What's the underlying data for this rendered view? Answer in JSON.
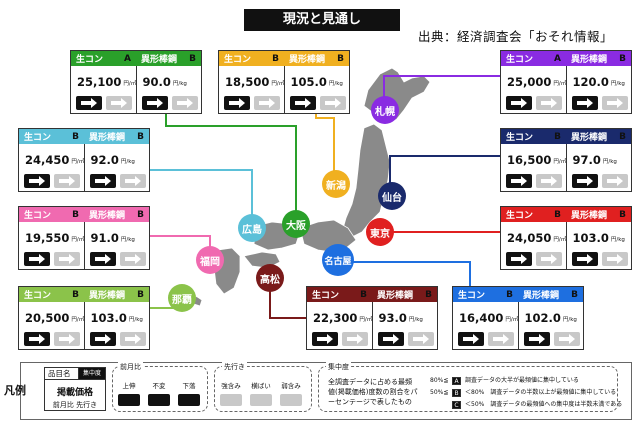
{
  "title": "現況と見通し",
  "source": "出典：経済調査会「おそれ情報」",
  "labels": {
    "nama": "生コン",
    "ikei": "異形棒鋼",
    "unit": "円/㎥",
    "unit2": "円/kg"
  },
  "colors": {
    "sapporo": "#8a2be2",
    "sendai": "#1a2a6c",
    "tokyo": "#e02020",
    "nagoya": "#1e6fe0",
    "niigata": "#f0b020",
    "osaka": "#2aa02a",
    "hiroshima": "#5bc0d8",
    "fukuoka": "#f06ab0",
    "naha": "#8bc34a",
    "takamatsu": "#7a1a1a"
  },
  "regions": [
    {
      "key": "sapporo",
      "name": "札幌",
      "c_grade": "A",
      "c_price": "25,000",
      "s_grade": "B",
      "s_price": "120.0"
    },
    {
      "key": "sendai",
      "name": "仙台",
      "c_grade": "B",
      "c_price": "16,500",
      "s_grade": "B",
      "s_price": "97.0"
    },
    {
      "key": "tokyo",
      "name": "東京",
      "c_grade": "B",
      "c_price": "24,050",
      "s_grade": "B",
      "s_price": "103.0"
    },
    {
      "key": "nagoya",
      "name": "名古屋",
      "c_grade": "B",
      "c_price": "16,400",
      "s_grade": "B",
      "s_price": "102.0"
    },
    {
      "key": "niigata",
      "name": "新潟",
      "c_grade": "B",
      "c_price": "18,500",
      "s_grade": "B",
      "s_price": "105.0"
    },
    {
      "key": "osaka",
      "name": "大阪",
      "c_grade": "A",
      "c_price": "25,100",
      "s_grade": "B",
      "s_price": "90.0"
    },
    {
      "key": "hiroshima",
      "name": "広島",
      "c_grade": "B",
      "c_price": "24,450",
      "s_grade": "B",
      "s_price": "92.0"
    },
    {
      "key": "fukuoka",
      "name": "福岡",
      "c_grade": "B",
      "c_price": "19,550",
      "s_grade": "B",
      "s_price": "91.0"
    },
    {
      "key": "naha",
      "name": "那覇",
      "c_grade": "B",
      "c_price": "20,500",
      "s_grade": "B",
      "s_price": "103.0"
    },
    {
      "key": "takamatsu",
      "name": "高松",
      "c_grade": "B",
      "c_price": "22,300",
      "s_grade": "B",
      "s_price": "93.0"
    }
  ],
  "legend": {
    "label": "凡例",
    "item_name": "品目名",
    "concentration": "集中度",
    "price": "掲載価格",
    "prev": "前月比",
    "outlook": "先行き",
    "prev_title": "前月比",
    "prev_up": "上伸",
    "prev_flat": "不変",
    "prev_down": "下落",
    "out_title": "先行き",
    "out_up": "強含み",
    "out_flat": "横ばい",
    "out_down": "弱含み",
    "conc_title": "集中度",
    "conc_text": "全調査データに占める最頻値(掲載価格)度数の割合をパーセンテージで表したもの",
    "conc_a_pct": "80%≦",
    "conc_a": "A",
    "conc_a_desc": "調査データの大半が最頻値に集中している",
    "conc_b_pct": "50%≦",
    "conc_b": "B",
    "conc_b_desc": "＜80%　調査データの半数以上が最頻値に集中している",
    "conc_c_pct": "",
    "conc_c": "C",
    "conc_c_desc": "＜50%　調査データの最頻値への集中度は半数未満である"
  }
}
